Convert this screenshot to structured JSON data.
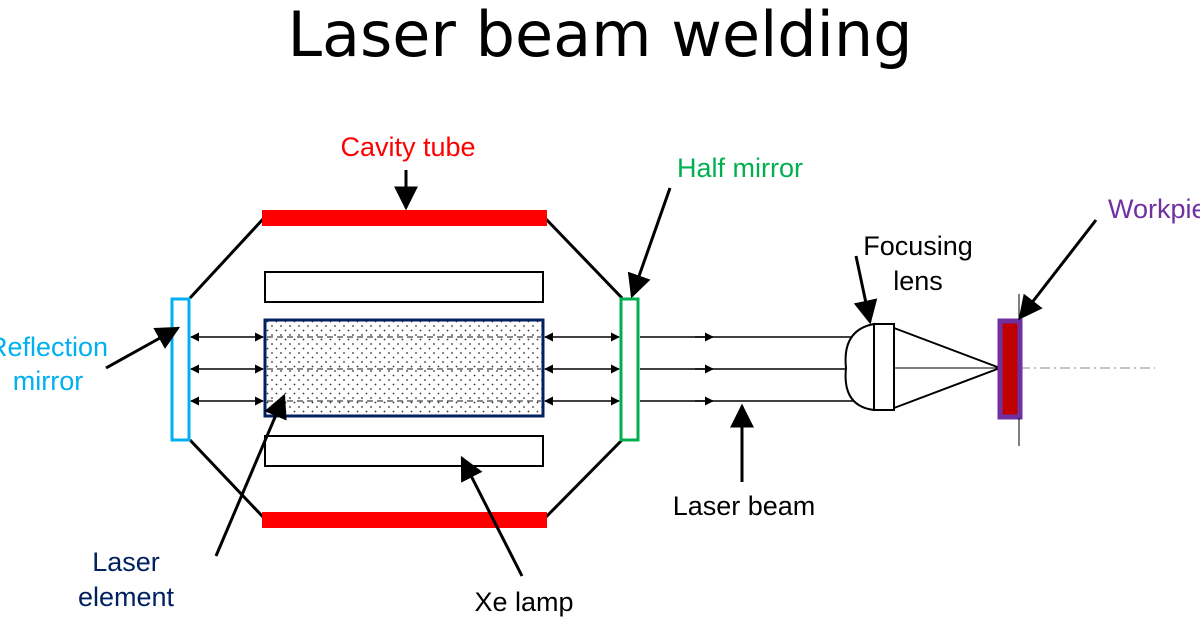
{
  "title": "Laser beam welding",
  "labels": {
    "cavity_tube": "Cavity tube",
    "half_mirror": "Half mirror",
    "workpiece": "Workpiece",
    "focusing_lens_line1": "Focusing",
    "focusing_lens_line2": "lens",
    "reflection_mirror_line1": "Reflection",
    "reflection_mirror_line2": "mirror",
    "laser_beam": "Laser beam",
    "laser_element_line1": "Laser",
    "laser_element_line2": "element",
    "xe_lamp": "Xe lamp"
  },
  "colors": {
    "cavity_tube": "#ff0000",
    "half_mirror": "#00b050",
    "workpiece": "#7030a0",
    "workpiece_fill": "#c00000",
    "reflection_mirror": "#00b0f0",
    "laser_element": "#002060",
    "line": "#000000"
  }
}
